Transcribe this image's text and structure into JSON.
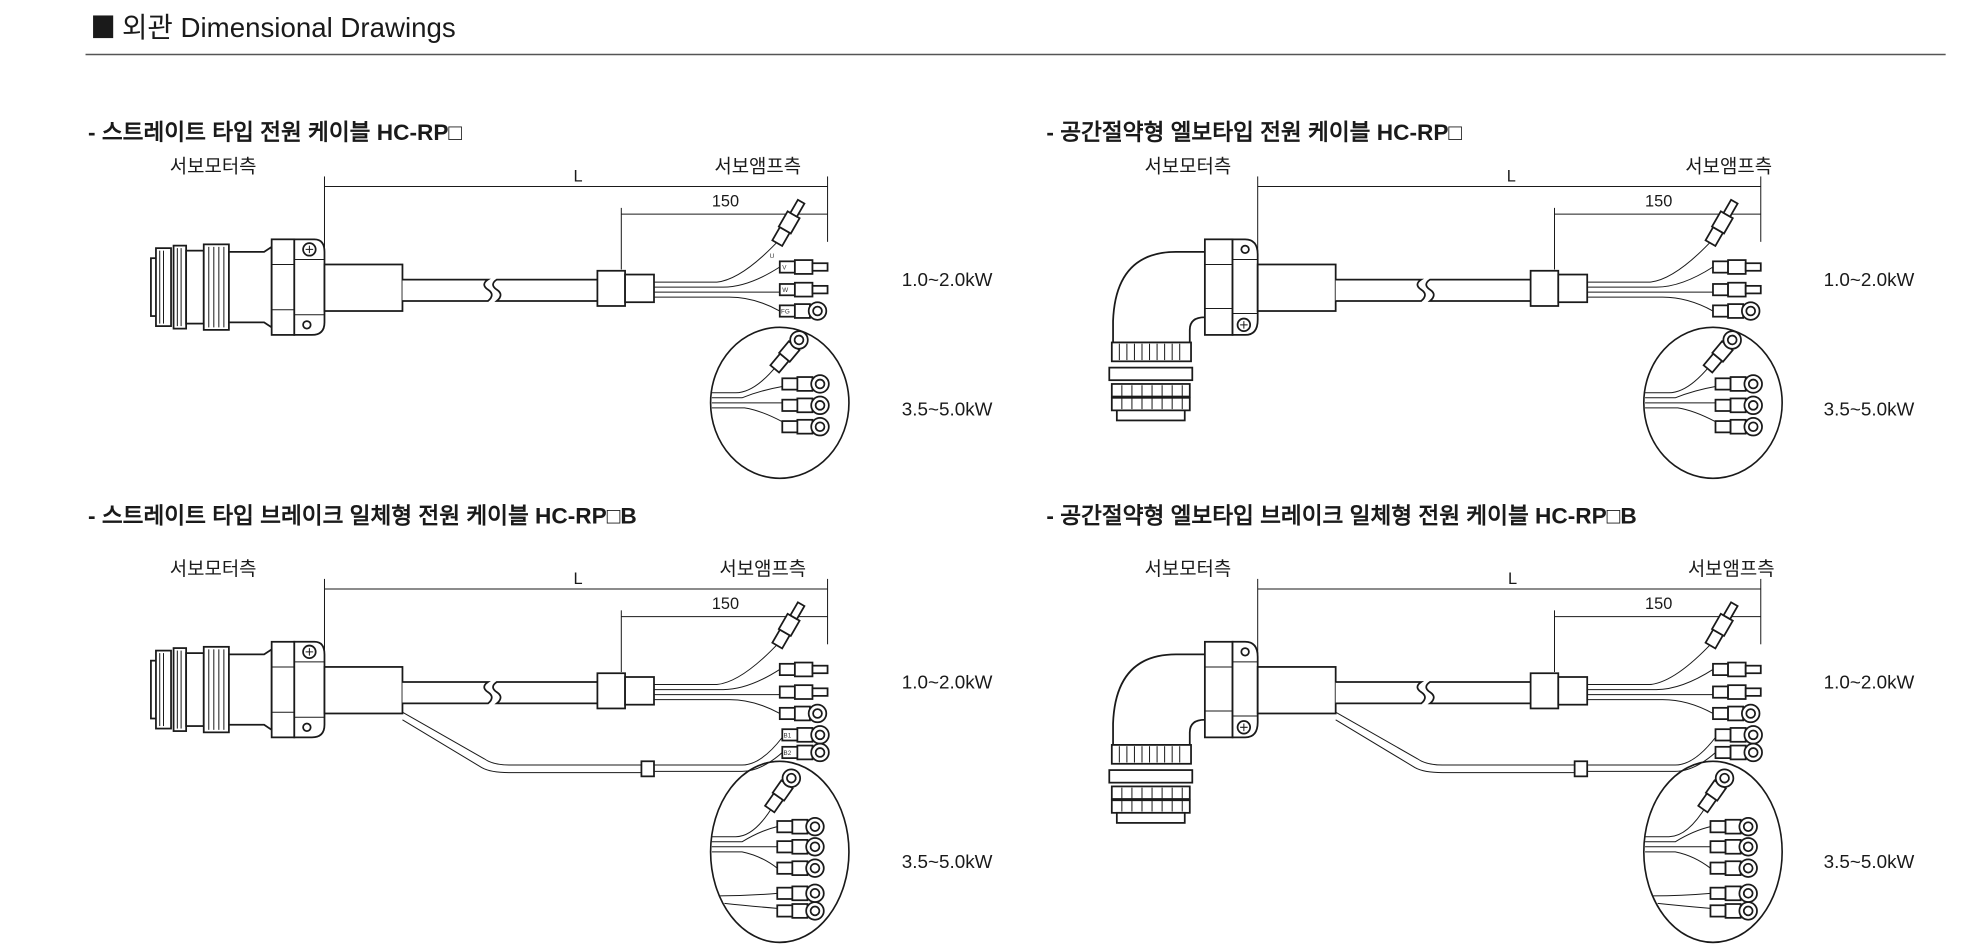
{
  "header": {
    "title": "외관 Dimensional Drawings"
  },
  "panels": [
    {
      "title": "- 스트레이트 타입 전원 케이블 HC-RP□",
      "motor_side": "서보모터측",
      "amp_side": "서보앰프측",
      "dim_L": "L",
      "dim_150": "150",
      "power_small": "1.0~2.0kW",
      "power_large": "3.5~5.0kW"
    },
    {
      "title": "- 공간절약형 엘보타입 전원 케이블  HC-RP□",
      "motor_side": "서보모터측",
      "amp_side": "서보앰프측",
      "dim_L": "L",
      "dim_150": "150",
      "power_small": "1.0~2.0kW",
      "power_large": "3.5~5.0kW"
    },
    {
      "title": "- 스트레이트 타입 브레이크 일체형 전원 케이블 HC-RP□B",
      "motor_side": "서보모터측",
      "amp_side": "서보앰프측",
      "dim_L": "L",
      "dim_150": "150",
      "power_small": "1.0~2.0kW",
      "power_large": "3.5~5.0kW"
    },
    {
      "title": "- 공간절약형 엘보타입 브레이크 일체형 전원 케이블  HC-RP□B",
      "motor_side": "서보모터측",
      "amp_side": "서보앰프측",
      "dim_L": "L",
      "dim_150": "150",
      "power_small": "1.0~2.0kW",
      "power_large": "3.5~5.0kW"
    }
  ],
  "terminals": {
    "u": "U",
    "v": "V",
    "w": "W",
    "fg": "FG",
    "b1": "B1",
    "b2": "B2"
  }
}
